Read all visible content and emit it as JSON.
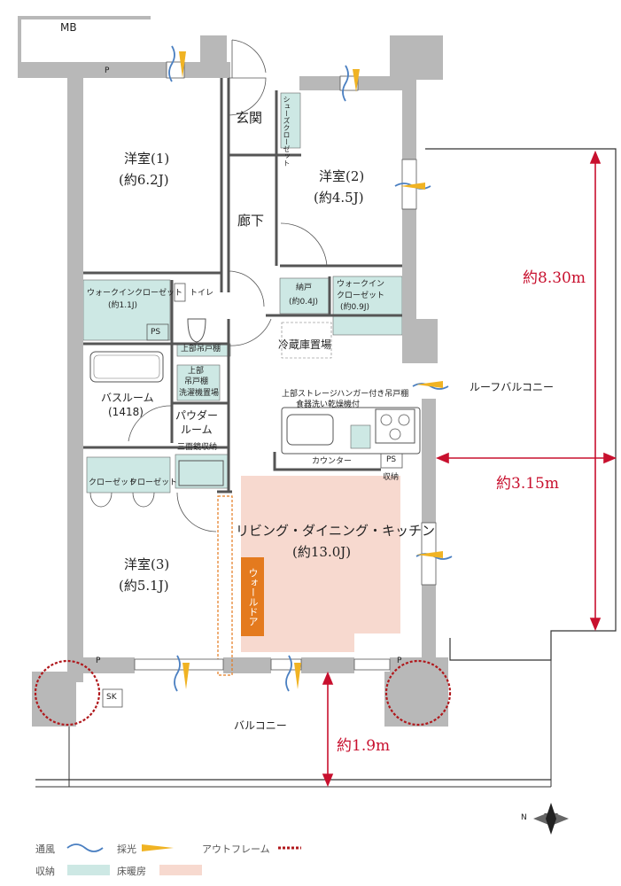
{
  "colors": {
    "wall": "#b8b8b8",
    "storage": "#cde8e4",
    "floor_heating": "#f7d9cf",
    "dimension": "#c8102e",
    "window": "#ffffff",
    "wind": "#4a7fc1",
    "light": "#f0b323",
    "out_frame": "#b0181c",
    "walldoor": "#e47a1e"
  },
  "labels": {
    "mb": "MB",
    "entrance": "玄関",
    "shoe_closet": "シューズクローゼット",
    "hall": "廊下",
    "room1_name": "洋室(1)",
    "room1_size": "(約6.2J)",
    "room2_name": "洋室(2)",
    "room2_size": "(約4.5J)",
    "room3_name": "洋室(3)",
    "room3_size": "(約5.1J)",
    "wic1_name": "ウォークインクローゼット",
    "wic1_size": "(約1.1J)",
    "toilet": "トイレ",
    "nando_name": "納戸",
    "nando_size": "(約0.4J)",
    "wic2_name": "ウォークイン",
    "wic2_name2": "クローゼット",
    "wic2_size": "(約0.9J)",
    "ps1": "PS",
    "ps2": "PS",
    "upper_shelf": "上部吊戸棚",
    "upper_shelf2_a": "上部",
    "upper_shelf2_b": "吊戸棚",
    "laundry": "洗濯機置場",
    "fridge": "冷蔵庫置場",
    "bath_name": "バスルーム",
    "bath_size": "(1418)",
    "powder_a": "パウダー",
    "powder_b": "ルーム",
    "mirror": "三面鏡収納",
    "kitchen_storage": "上部ストレージハンガー付き吊戸棚",
    "dishwasher": "食器洗い乾燥機付",
    "counter": "カウンター",
    "storage": "収納",
    "closet_a": "クローゼット",
    "closet_b": "クローゼット",
    "ldk_name": "リビング・ダイニング・キッチン",
    "ldk_size": "(約13.0J)",
    "wall_door": "ウォールドア",
    "roof_balcony": "ルーフバルコニー",
    "balcony": "バルコニー",
    "sk": "SK",
    "p": "P",
    "dim_830": "約8.30m",
    "dim_315": "約3.15m",
    "dim_19": "約1.9m",
    "compass_n": "N"
  },
  "legend": {
    "wind": "通風",
    "light": "採光",
    "out_frame": "アウトフレーム",
    "storage": "収納",
    "floor_heating": "床暖房"
  }
}
